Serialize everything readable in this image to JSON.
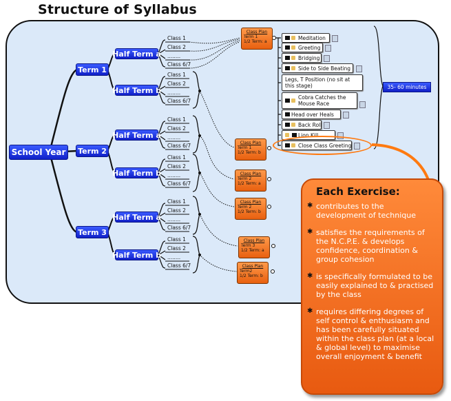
{
  "title": "Structure of Syllabus",
  "root": "School Year",
  "terms": [
    "Term 1",
    "Term 2",
    "Term 3"
  ],
  "half_terms": [
    "Half Term a",
    "Half Term b",
    "Half Term a",
    "Half Term b",
    "Half Term a",
    "Half Term b"
  ],
  "class_labels": [
    "Class 1",
    "Class 2",
    "........",
    "Class 6/7"
  ],
  "class_plans": [
    {
      "title": "Class Plan",
      "l1": "Term 1",
      "l2": "1/2 Term: a"
    },
    {
      "title": "Class Plan",
      "l1": "Term 1",
      "l2": "1/2 Term: b"
    },
    {
      "title": "Class Plan",
      "l1": "Term 2",
      "l2": "1/2 Term: a"
    },
    {
      "title": "Class Plan",
      "l1": "Term 2",
      "l2": "1/2 Term: b"
    },
    {
      "title": "Class Plan",
      "l1": "Term 3",
      "l2": "1/2 Term: a"
    },
    {
      "title": "Class Plan",
      "l1": "Term2",
      "l2": "1/2 Term: b"
    }
  ],
  "exercises": [
    "Meditation",
    "Greeting",
    "Bridging",
    "Side to Side Beating",
    "Legs, T Position (no sit at this stage)",
    "Cobra Catches the Mouse Race",
    "Head over Heals",
    "Back Roll",
    "Lion Kill",
    "Close Class Greeting"
  ],
  "duration": "35- 60 minutes",
  "callout": {
    "heading": "Each Exercise:",
    "points": [
      "contributes to the development of technique",
      "satisfies the requirements of the N.C.P.E. & develops confidence, coordination & group cohesion",
      "is specifically formulated to be easily explained to & practised by the class",
      "requires differing degrees of self control & enthusiasm and has been carefully situated within the class plan (at a local & global level) to maximise overall enjoyment & benefit"
    ]
  },
  "colors": {
    "node_blue": "#1a2ee0",
    "plan_orange": "#f07020",
    "panel": "#dbe9f9",
    "highlight": "#ff7a10"
  }
}
